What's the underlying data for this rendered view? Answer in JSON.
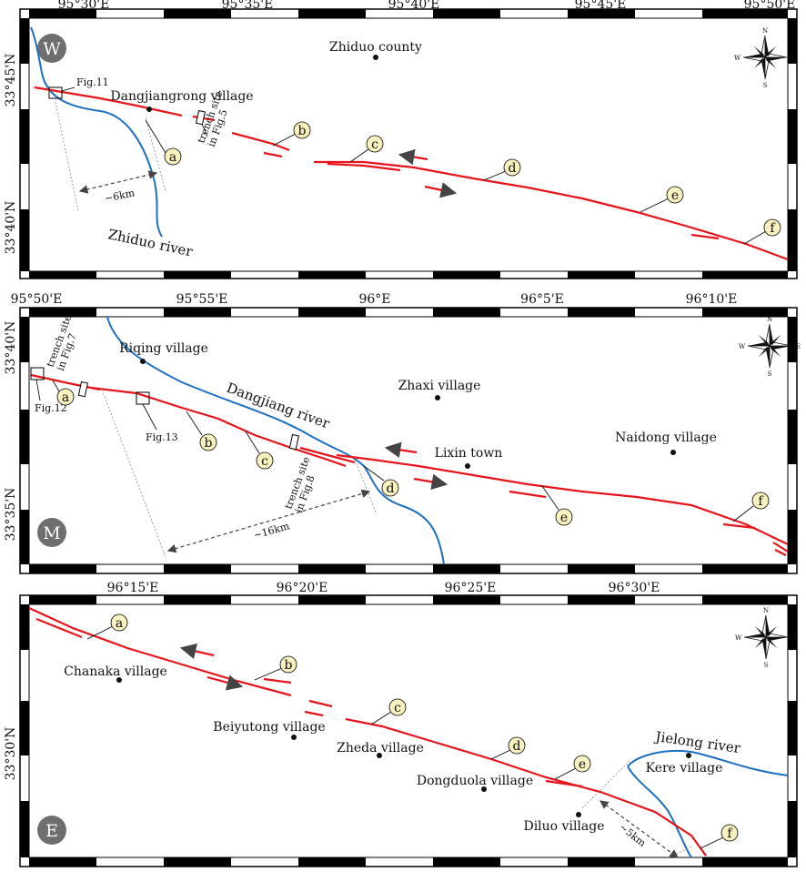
{
  "colors": {
    "fault": "#e8141b",
    "river": "#1f6fc0",
    "marker_fill": "#f7f0bf",
    "panel_badge": "#6e6e6e",
    "frame": "#000000"
  },
  "icons": [
    "compass-rose-icon"
  ],
  "compass": {
    "n": "N",
    "s": "S",
    "e": "E",
    "w": "W"
  },
  "panel_w": {
    "badge": "W",
    "top_lon": [
      "95°30'E",
      "95°35'E",
      "95°40'E",
      "95°45'E",
      "95°50'E"
    ],
    "left_lat": [
      "33°45'N",
      "33°40'N"
    ],
    "places": [
      "Zhiduo county",
      "Dangjiangrong village"
    ],
    "river": "Zhiduo river",
    "fig_label": "Fig.11",
    "trench_line1": "trench site",
    "trench_line2": "in Fig.5",
    "distance": "~6km",
    "markers": [
      "a",
      "b",
      "c",
      "d",
      "e",
      "f"
    ]
  },
  "panel_m": {
    "badge": "M",
    "top_lon": [
      "95°50'E",
      "95°55'E",
      "96°E",
      "96°5'E",
      "96°10'E"
    ],
    "left_lat": [
      "33°40'N",
      "33°35'N"
    ],
    "places": [
      "Riqing village",
      "Zhaxi village",
      "Lixin town",
      "Naidong village"
    ],
    "river": "Dangjiang river",
    "fig12": "Fig.12",
    "fig13": "Fig.13",
    "trench7_line1": "trench site",
    "trench7_line2": "in Fig.7",
    "trench8_line1": "trench site",
    "trench8_line2": "in Fig.8",
    "distance": "~16km",
    "markers": [
      "a",
      "b",
      "c",
      "d",
      "e",
      "f"
    ]
  },
  "panel_e": {
    "badge": "E",
    "top_lon": [
      "96°15'E",
      "96°20'E",
      "96°25'E",
      "96°30'E"
    ],
    "left_lat": [
      "33°30'N"
    ],
    "places": [
      "Chanaka village",
      "Beiyutong village",
      "Zheda village",
      "Dongduola village",
      "Diluo village",
      "Kere village"
    ],
    "river": "Jielong river",
    "distance": "~5km",
    "markers": [
      "a",
      "b",
      "c",
      "d",
      "e",
      "f"
    ]
  }
}
